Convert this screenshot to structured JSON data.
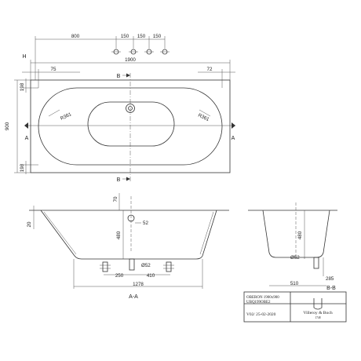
{
  "plan": {
    "width_top": "800",
    "offsets": [
      "150",
      "150",
      "150"
    ],
    "overall_length": "1900",
    "end_left": "75",
    "end_right": "72",
    "side_top": "198",
    "side_bottom": "198",
    "width": "900",
    "radius_left": "R361",
    "radius_right": "R361",
    "corner_label": "H",
    "section_a_label": "A",
    "section_b_label": "B"
  },
  "section_aa": {
    "rim": "20",
    "drain_offset": "70",
    "drain_dia_label": "52",
    "depth": "480",
    "waste_dia": "Ø52",
    "waste_offset": "250",
    "overflow_offset": "410",
    "base_length": "1278",
    "title": "A-A"
  },
  "section_bb": {
    "depth": "480",
    "waste_dia": "Ø52",
    "height_285": "285",
    "base_width": "510",
    "title": "B-B"
  },
  "title_block": {
    "product_name": "OBERON 1900x900",
    "product_code": "UBQ199OBE2",
    "version": "V02/ 25-02-2020",
    "brand": "Villeroy & Boch",
    "since": "1748"
  }
}
